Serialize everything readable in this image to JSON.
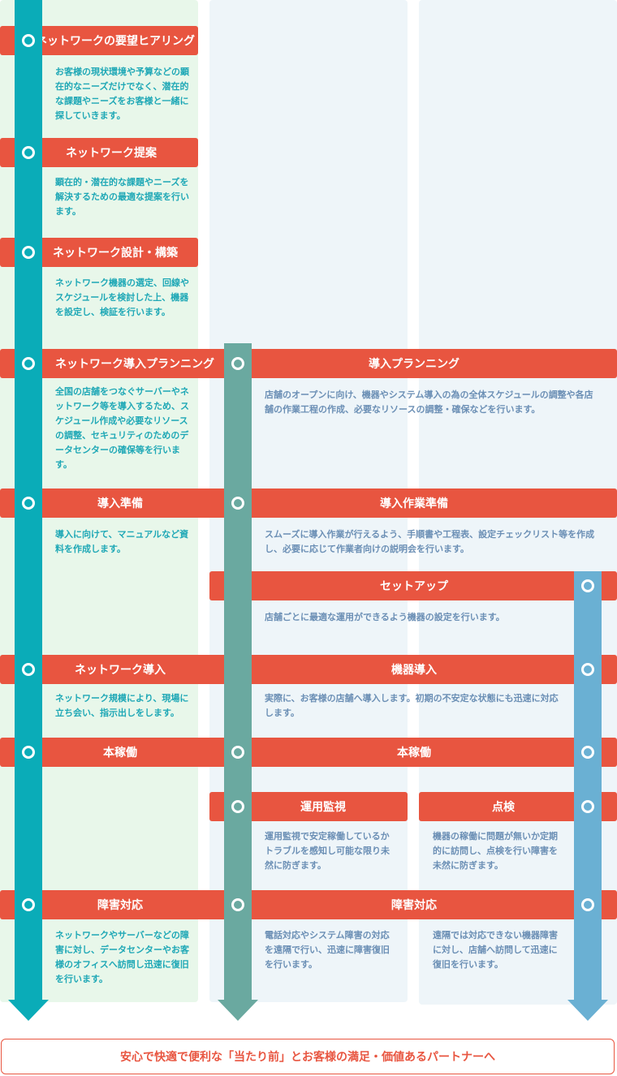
{
  "colors": {
    "bar": "#e85540",
    "trunk_left": "#0aacb8",
    "trunk_middle": "#6aa9a0",
    "trunk_right": "#6ab0d3",
    "panel_left": "#e8f7ea",
    "panel_right": "#eef5f9",
    "text_left": "#1fa8b6",
    "text_right": "#6b8fb5"
  },
  "steps": {
    "hearing": {
      "title": "ネットワークの要望ヒアリング",
      "desc": "お客様の現状環境や予算などの顕在的なニーズだけでなく、潜在的な課題やニーズをお客様と一緒に探していきます。"
    },
    "proposal": {
      "title": "ネットワーク提案",
      "desc": "顕在的・潜在的な課題やニーズを解決するための最適な提案を行います。"
    },
    "design": {
      "title": "ネットワーク設計・構築",
      "desc": "ネットワーク機器の選定、回線やスケジュールを検討した上、機器を設定し、検証を行います。"
    },
    "net_planning": {
      "title": "ネットワーク導入プランニング",
      "desc": "全国の店舗をつなぐサーバーやネットワーク等を導入するため、スケジュール作成や必要なリソースの調整、セキュリティのためのデータセンターの確保等を行います。"
    },
    "planning": {
      "title": "導入プランニング",
      "desc": "店舗のオープンに向け、機器やシステム導入の為の全体スケジュールの調整や各店舗の作業工程の作成、必要なリソースの調整・確保などを行います。"
    },
    "prep": {
      "title": "導入準備",
      "desc": "導入に向けて、マニュアルなど資料を作成します。"
    },
    "work_prep": {
      "title": "導入作業準備",
      "desc": "スムーズに導入作業が行えるよう、手順書や工程表、設定チェックリスト等を作成し、必要に応じて作業者向けの説明会を行います。"
    },
    "setup": {
      "title": "セットアップ",
      "desc": "店舗ごとに最適な運用ができるよう機器の設定を行います。"
    },
    "net_install": {
      "title": "ネットワーク導入",
      "desc": "ネットワーク規模により、現場に立ち会い、指示出しをします。"
    },
    "device_install": {
      "title": "機器導入",
      "desc": "実際に、お客様の店舗へ導入します。初期の不安定な状態にも迅速に対応します。"
    },
    "live_left": {
      "title": "本稼働"
    },
    "live_right": {
      "title": "本稼働"
    },
    "monitor": {
      "title": "運用監視",
      "desc": "運用監視で安定稼働しているかトラブルを感知し可能な限り未然に防ぎます。"
    },
    "inspect": {
      "title": "点検",
      "desc": "機器の稼働に問題が無いか定期的に訪問し、点検を行い障害を未然に防ぎます。"
    },
    "fault_left": {
      "title": "障害対応",
      "desc": "ネットワークやサーバーなどの障害に対し、データセンターやお客様のオフィスへ訪問し迅速に復旧を行います。"
    },
    "fault_right": {
      "title": "障害対応"
    },
    "fault_mid_desc": "電話対応やシステム障害の対応を遠隔で行い、迅速に障害復旧を行います。",
    "fault_right_desc": "遠隔では対応できない機器障害に対し、店舗へ訪問して迅速に復旧を行います。"
  },
  "goal": "安心で快適で便利な「当たり前」とお客様の満足・価値あるパートナーへ"
}
